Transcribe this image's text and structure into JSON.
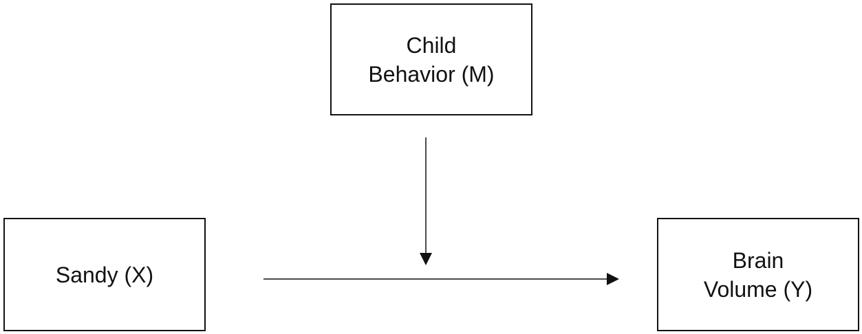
{
  "diagram": {
    "nodes": [
      {
        "id": "m",
        "label": "Child\nBehavior (M)"
      },
      {
        "id": "x",
        "label": "Sandy (X)"
      },
      {
        "id": "y",
        "label": "Brain\nVolume (Y)"
      }
    ],
    "edges": [
      {
        "from": "x",
        "to": "y",
        "kind": "direct-path"
      },
      {
        "from": "m",
        "to": "x-y-path",
        "kind": "moderation"
      }
    ],
    "colors": {
      "stroke": "#111111",
      "background": "#ffffff"
    }
  }
}
